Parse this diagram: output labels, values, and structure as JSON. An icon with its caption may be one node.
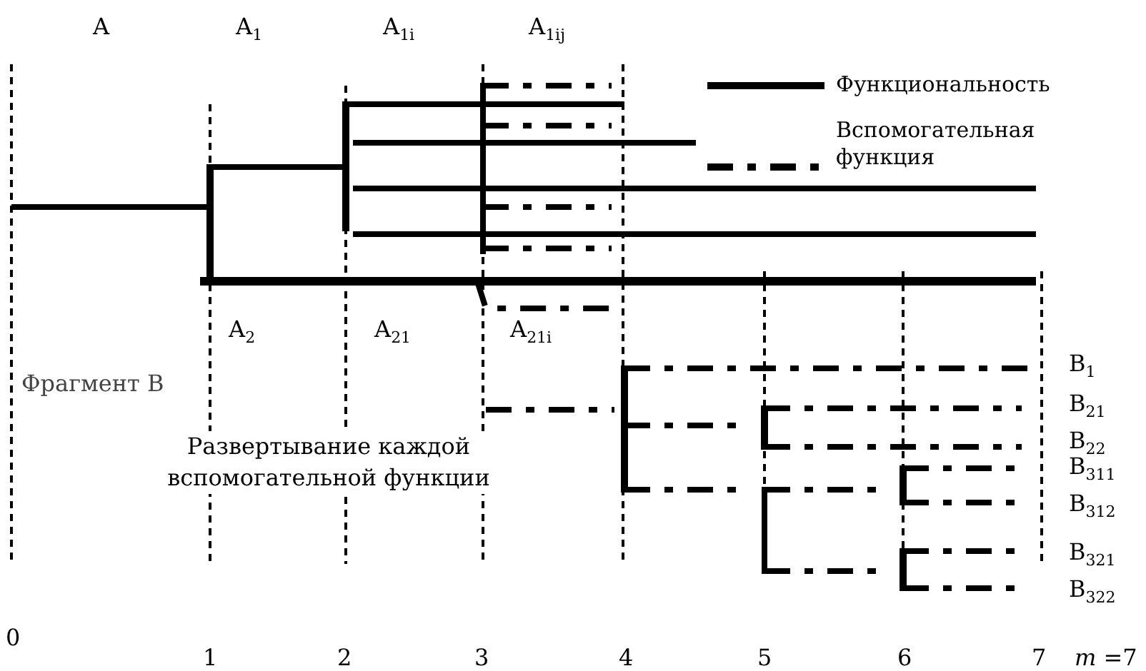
{
  "diagram": {
    "labels": [
      "A",
      "A$_{1}$",
      "A$_{1i}$",
      "A$_{1ij}$",
      "A$_{2}$",
      "A$_{21}$",
      "A$_{21i}$",
      "Фрагмент В",
      "B$_{1}$",
      "B$_{21}$",
      "Развертывание каждой вспомогательной функции",
      "B$_{22}$",
      "B$_{311}$",
      "B$_{312}$",
      "B$_{321}$",
      "B$_{322}$",
      "0",
      "1",
      "2",
      "3",
      "4",
      "5",
      "6",
      "7",
      "*m* =7"
    ],
    "legend": [
      {
        "text": "Функциональность"
      },
      {
        "text": "Вспомогательная функция"
      }
    ]
  }
}
